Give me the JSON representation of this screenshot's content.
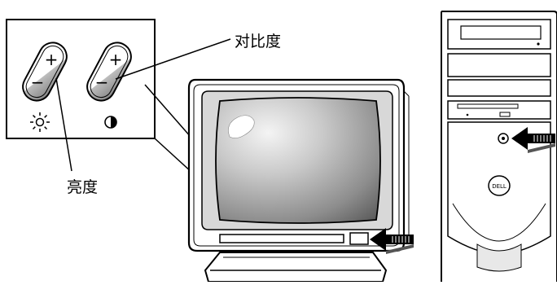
{
  "labels": {
    "contrast": "对比度",
    "brightness": "亮度"
  },
  "icons": {
    "plus": "+",
    "minus": "−",
    "brightness_symbol": "sun-icon",
    "contrast_symbol": "half-circle-icon"
  },
  "brand_badge": "DELL",
  "colors": {
    "line": "#000000",
    "monitor_face": "#ffffff",
    "screen_dark": "#6a6a6a",
    "screen_light": "#e6e6e6",
    "tower_face": "#ffffff"
  }
}
